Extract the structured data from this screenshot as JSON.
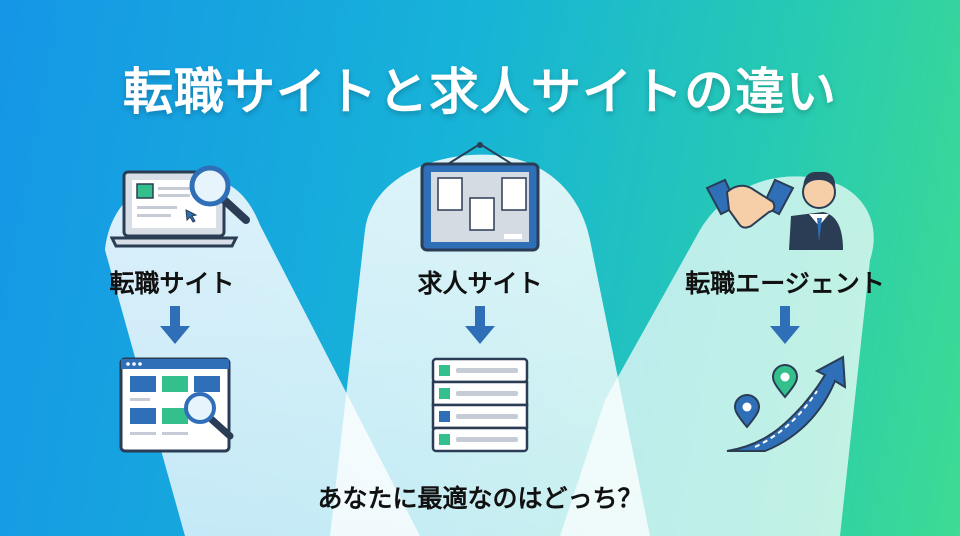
{
  "title": "転職サイトと求人サイトの違い",
  "columns": [
    {
      "label": "転職サイト",
      "top_icon": "laptop-search-icon",
      "bottom_icon": "job-grid-search-icon"
    },
    {
      "label": "求人サイト",
      "top_icon": "bulletin-board-icon",
      "bottom_icon": "job-list-icon"
    },
    {
      "label": "転職エージェント",
      "top_icon": "handshake-advisor-icon",
      "bottom_icon": "career-path-map-icon"
    }
  ],
  "question": "あなたに最適なのはどっち？",
  "colors": {
    "blue": "#2f6fb7",
    "green": "#34c08c",
    "outline": "#2a3d55"
  }
}
